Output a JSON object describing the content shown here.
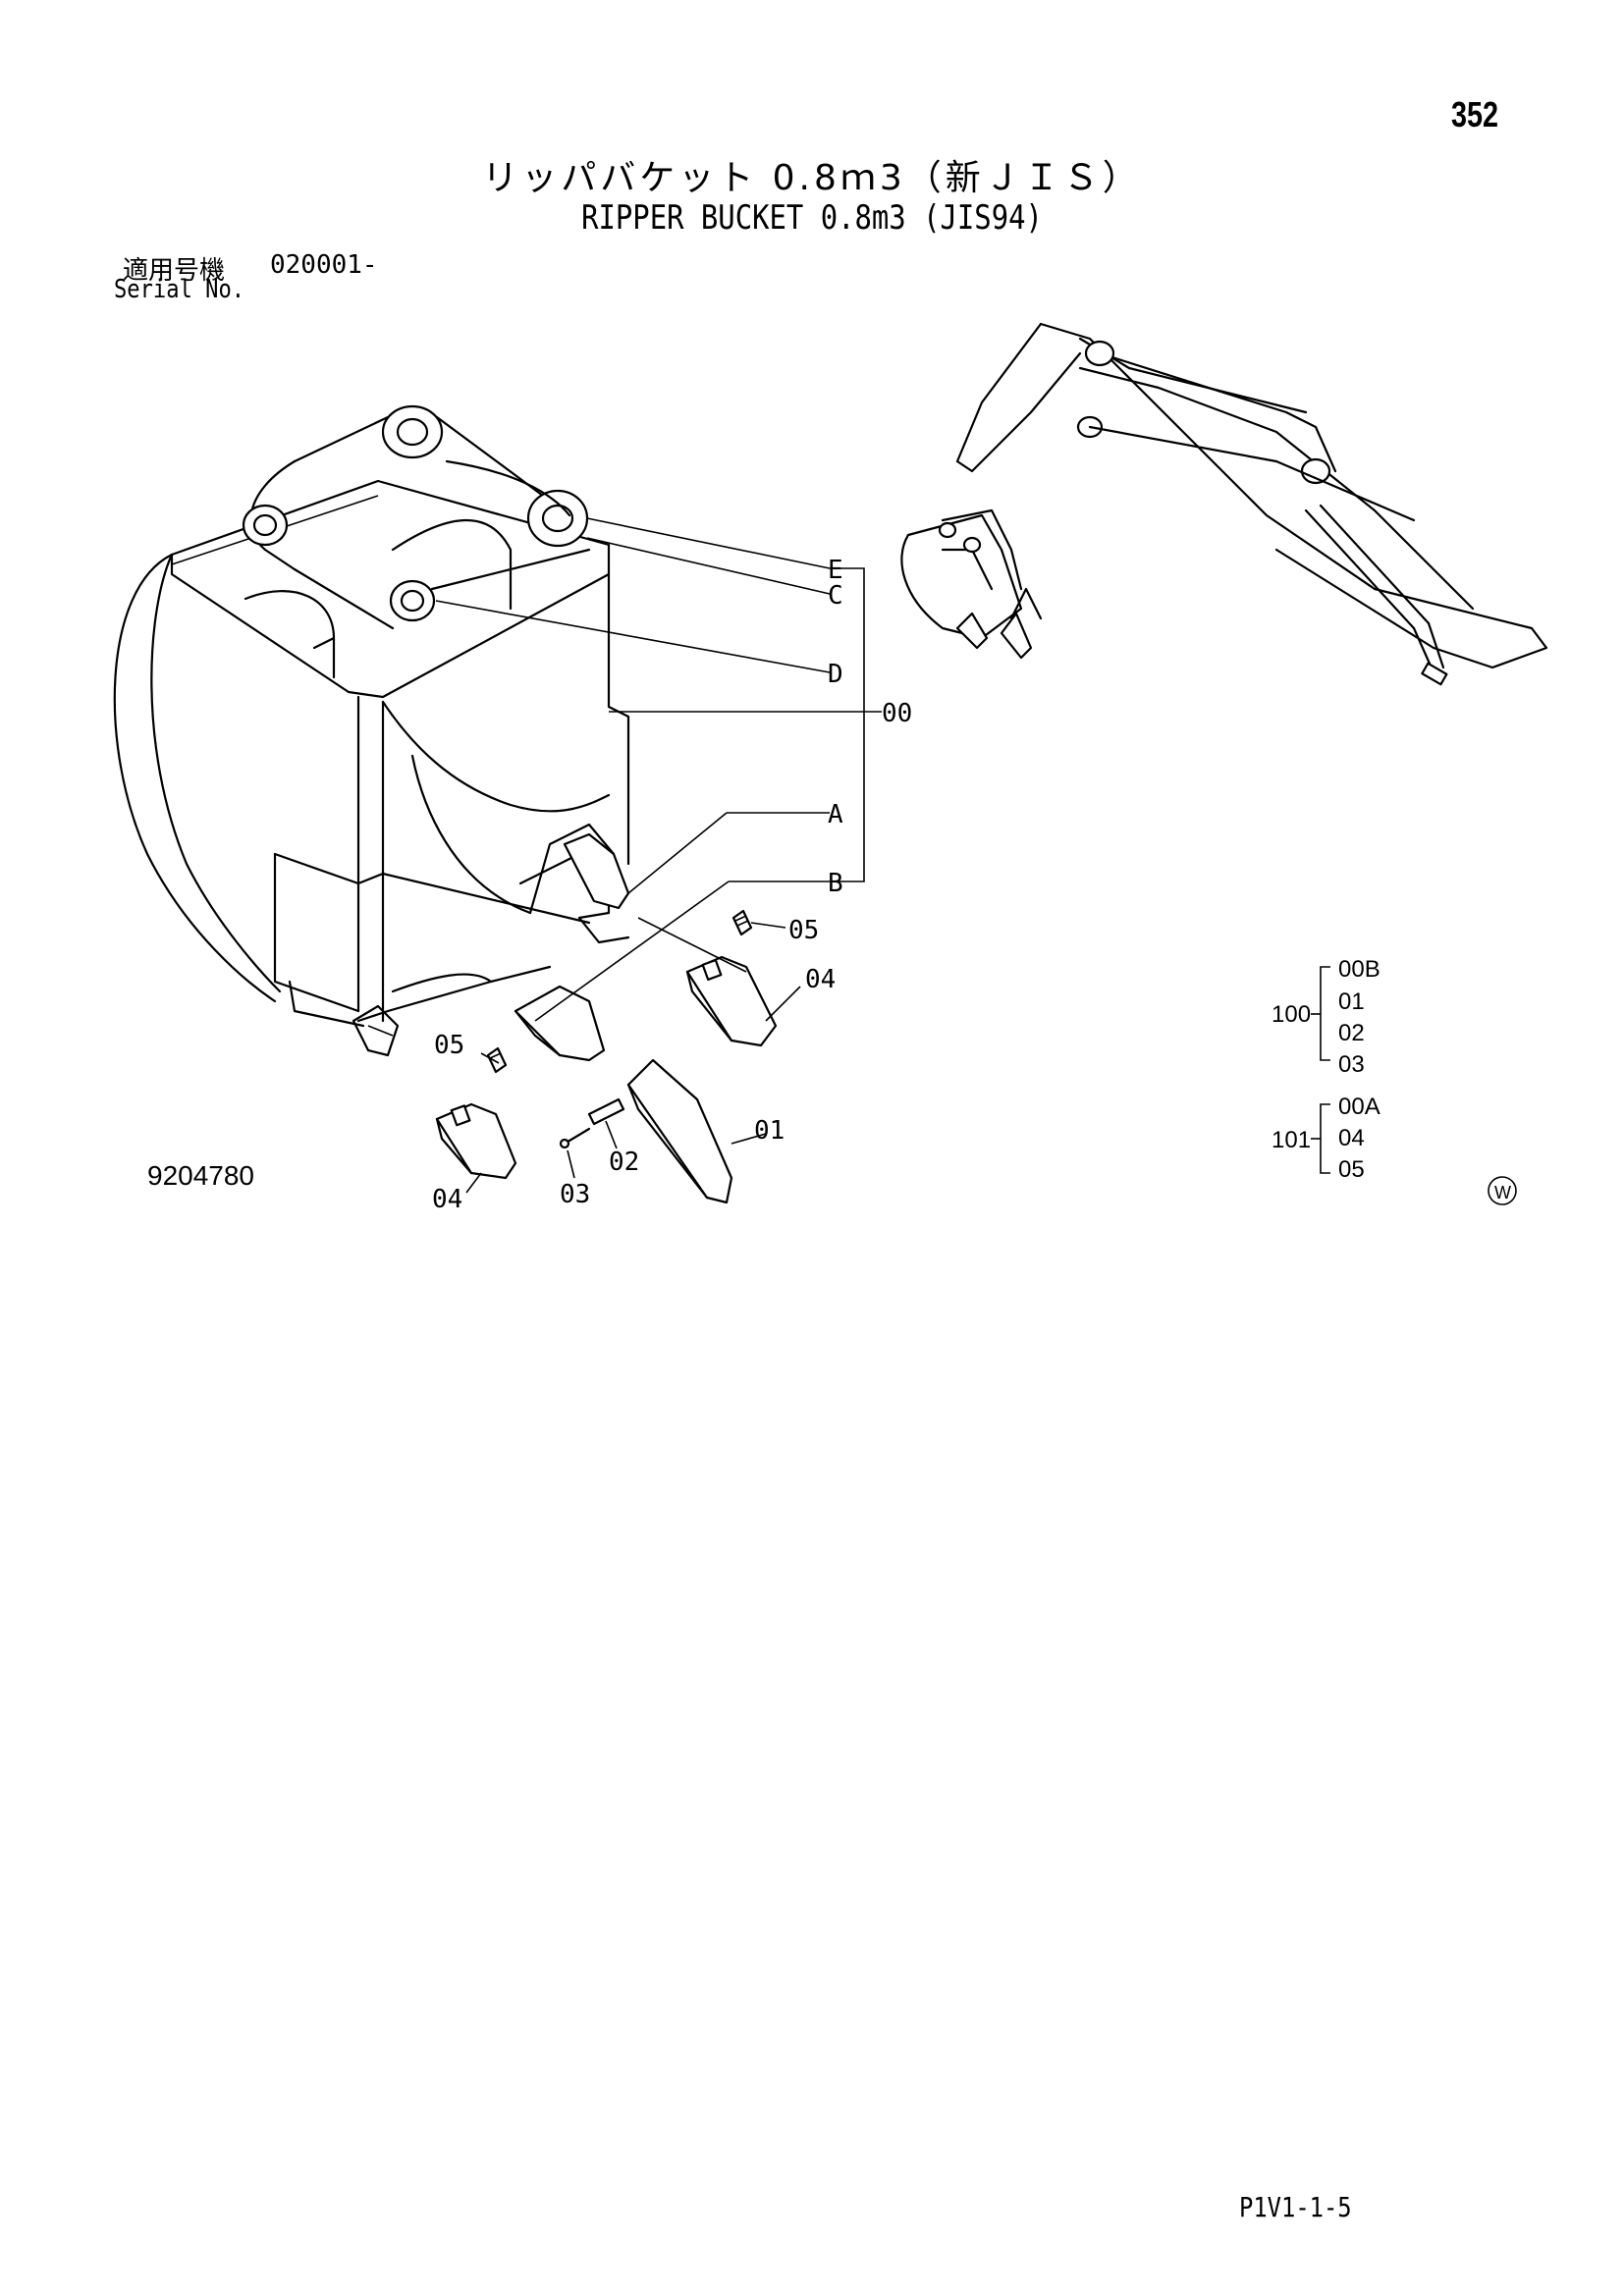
{
  "page_number": "352",
  "title_jp": "リッパバケット 0.8ｍ3（新ＪＩＳ）",
  "title_en": "RIPPER BUCKET 0.8m3 (JIS94)",
  "serial": {
    "label_jp": "適用号機",
    "label_en": "Serial No.",
    "range": "020001-"
  },
  "drawing_number": "9204780",
  "footer_code": "P1V1-1-5",
  "callouts": {
    "E": "E",
    "C": "C",
    "D": "D",
    "A": "A",
    "B": "B",
    "group_00": "00",
    "tooth_pin_upper": "05",
    "tooth_adapter_upper": "04",
    "tooth_pin_lower": "05",
    "tooth_adapter_lower": "04",
    "shank_tip": "01",
    "shank_pin": "02",
    "shank_lock": "03"
  },
  "assembly_100": {
    "code": "100",
    "items": [
      "00B",
      "01",
      "02",
      "03"
    ]
  },
  "assembly_101": {
    "code": "101",
    "items": [
      "00A",
      "04",
      "05"
    ]
  },
  "w_mark": "W"
}
